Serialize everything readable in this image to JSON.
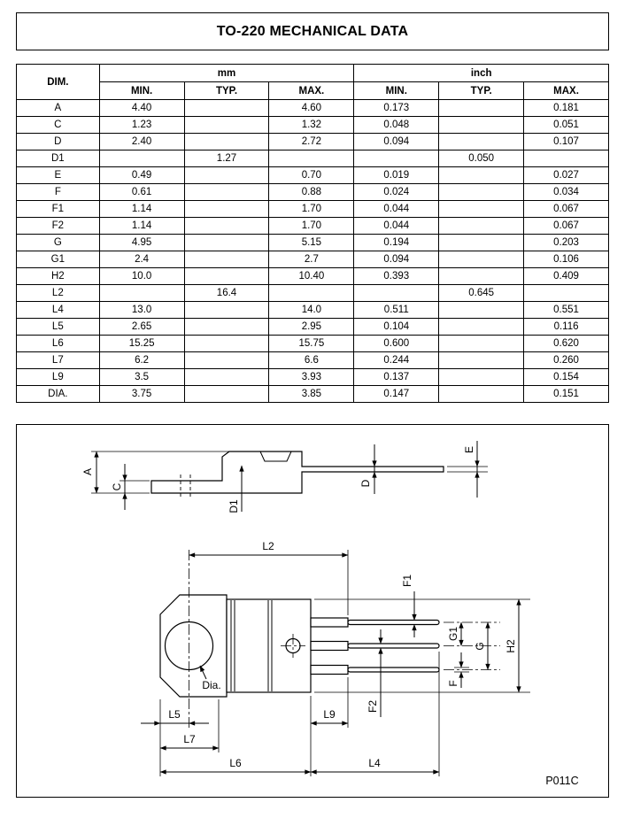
{
  "page": {
    "title": "TO-220 MECHANICAL DATA",
    "drawing_code": "P011C"
  },
  "table": {
    "dim_header": "DIM.",
    "unit_groups": [
      "mm",
      "inch"
    ],
    "sub_headers": [
      "MIN.",
      "TYP.",
      "MAX.",
      "MIN.",
      "TYP.",
      "MAX."
    ],
    "rows": [
      [
        "A",
        "4.40",
        "",
        "4.60",
        "0.173",
        "",
        "0.181"
      ],
      [
        "C",
        "1.23",
        "",
        "1.32",
        "0.048",
        "",
        "0.051"
      ],
      [
        "D",
        "2.40",
        "",
        "2.72",
        "0.094",
        "",
        "0.107"
      ],
      [
        "D1",
        "",
        "1.27",
        "",
        "",
        "0.050",
        ""
      ],
      [
        "E",
        "0.49",
        "",
        "0.70",
        "0.019",
        "",
        "0.027"
      ],
      [
        "F",
        "0.61",
        "",
        "0.88",
        "0.024",
        "",
        "0.034"
      ],
      [
        "F1",
        "1.14",
        "",
        "1.70",
        "0.044",
        "",
        "0.067"
      ],
      [
        "F2",
        "1.14",
        "",
        "1.70",
        "0.044",
        "",
        "0.067"
      ],
      [
        "G",
        "4.95",
        "",
        "5.15",
        "0.194",
        "",
        "0.203"
      ],
      [
        "G1",
        "2.4",
        "",
        "2.7",
        "0.094",
        "",
        "0.106"
      ],
      [
        "H2",
        "10.0",
        "",
        "10.40",
        "0.393",
        "",
        "0.409"
      ],
      [
        "L2",
        "",
        "16.4",
        "",
        "",
        "0.645",
        ""
      ],
      [
        "L4",
        "13.0",
        "",
        "14.0",
        "0.511",
        "",
        "0.551"
      ],
      [
        "L5",
        "2.65",
        "",
        "2.95",
        "0.104",
        "",
        "0.116"
      ],
      [
        "L6",
        "15.25",
        "",
        "15.75",
        "0.600",
        "",
        "0.620"
      ],
      [
        "L7",
        "6.2",
        "",
        "6.6",
        "0.244",
        "",
        "0.260"
      ],
      [
        "L9",
        "3.5",
        "",
        "3.93",
        "0.137",
        "",
        "0.154"
      ],
      [
        "DIA.",
        "3.75",
        "",
        "3.85",
        "0.147",
        "",
        "0.151"
      ]
    ]
  },
  "drawing": {
    "labels": {
      "a": "A",
      "c": "C",
      "d": "D",
      "d1": "D1",
      "e": "E",
      "l2": "L2",
      "f1": "F1",
      "g1": "G1",
      "g": "G",
      "h2": "H2",
      "f": "F",
      "dia": "Dia.",
      "l5": "L5",
      "l7": "L7",
      "l9": "L9",
      "f2": "F2",
      "l6": "L6",
      "l4": "L4"
    }
  }
}
